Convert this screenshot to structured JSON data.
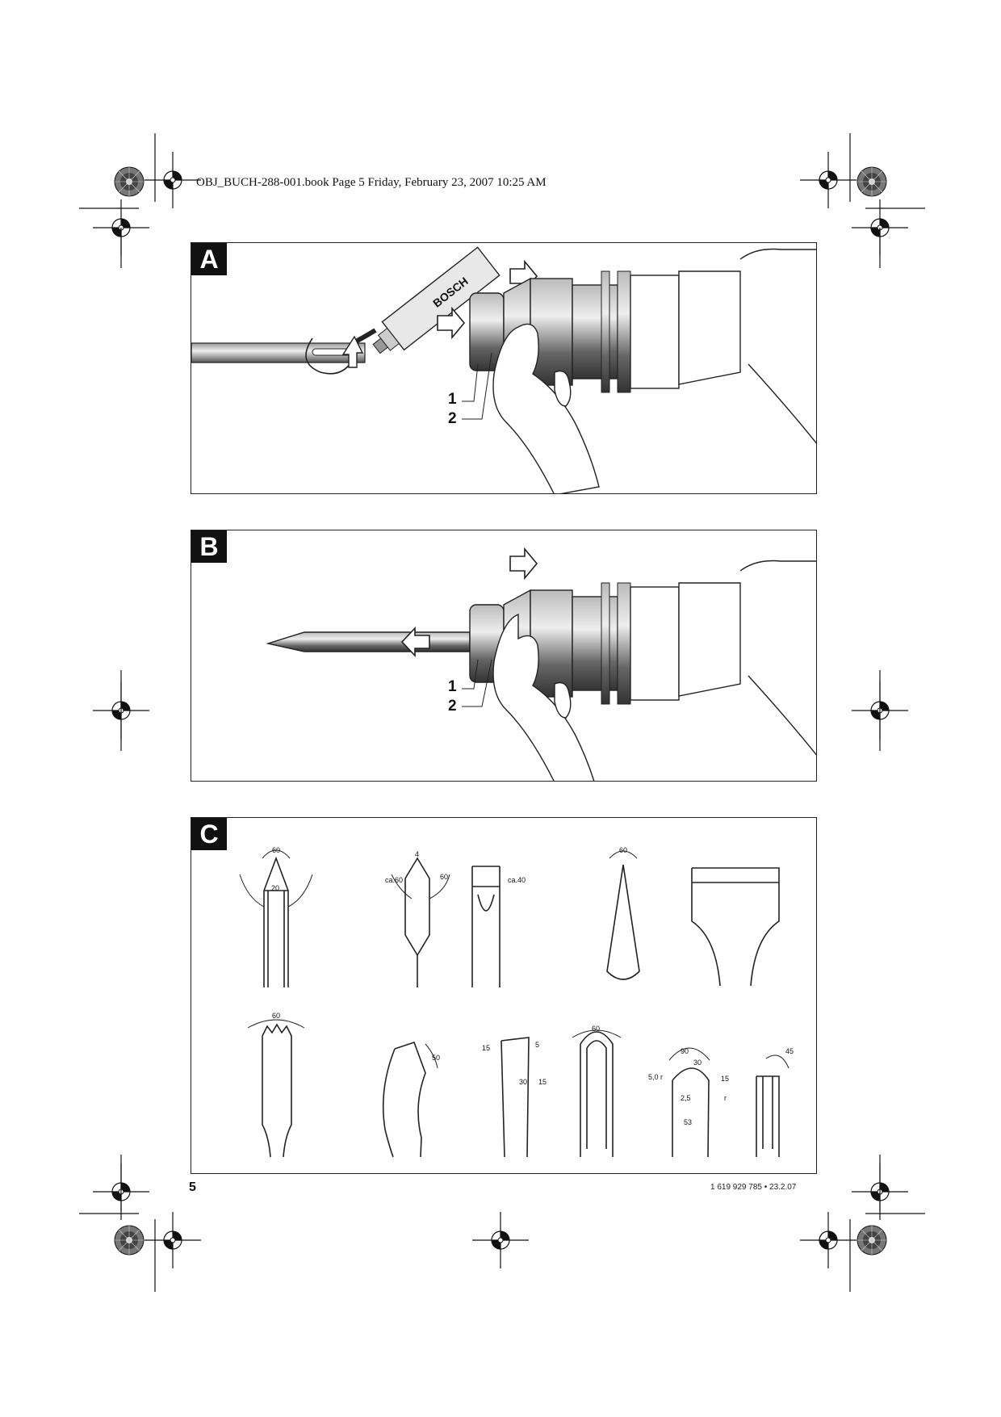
{
  "header": {
    "file_info": "OBJ_BUCH-288-001.book  Page 5  Friday, February 23, 2007  10:25 AM"
  },
  "panels": [
    {
      "letter": "A",
      "callouts": [
        "1",
        "2"
      ],
      "tube_brand": "BOSCH"
    },
    {
      "letter": "B",
      "callouts": [
        "1",
        "2"
      ]
    },
    {
      "letter": "C"
    }
  ],
  "chisel_dimensions": {
    "row1": [
      "60",
      "20",
      "4",
      "ca.60",
      "60",
      "ca.40",
      "60"
    ],
    "row2": [
      "60",
      "50",
      "15",
      "5",
      "30",
      "15",
      "60",
      "90",
      "30",
      "5,0 r",
      "15",
      "2,5",
      "r",
      "53",
      "45"
    ]
  },
  "footer": {
    "page_number": "5",
    "doc_code": "1 619 929 785 • 23.2.07"
  }
}
